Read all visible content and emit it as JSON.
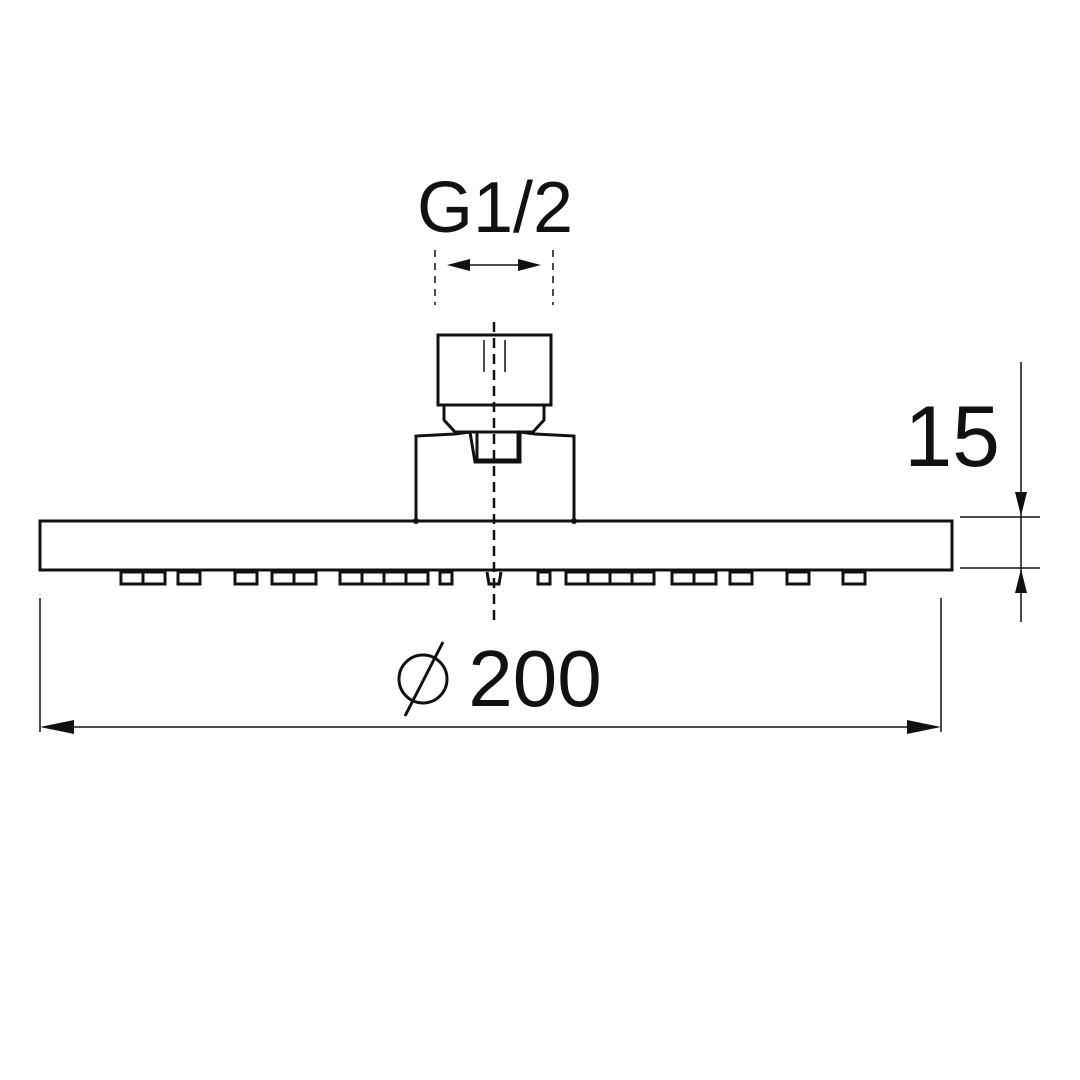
{
  "drawing": {
    "thread_label": "G1/2",
    "height_label": "15",
    "diameter_symbol": "ø",
    "diameter_value": "200"
  },
  "colors": {
    "line": "#111111",
    "background": "#ffffff"
  }
}
